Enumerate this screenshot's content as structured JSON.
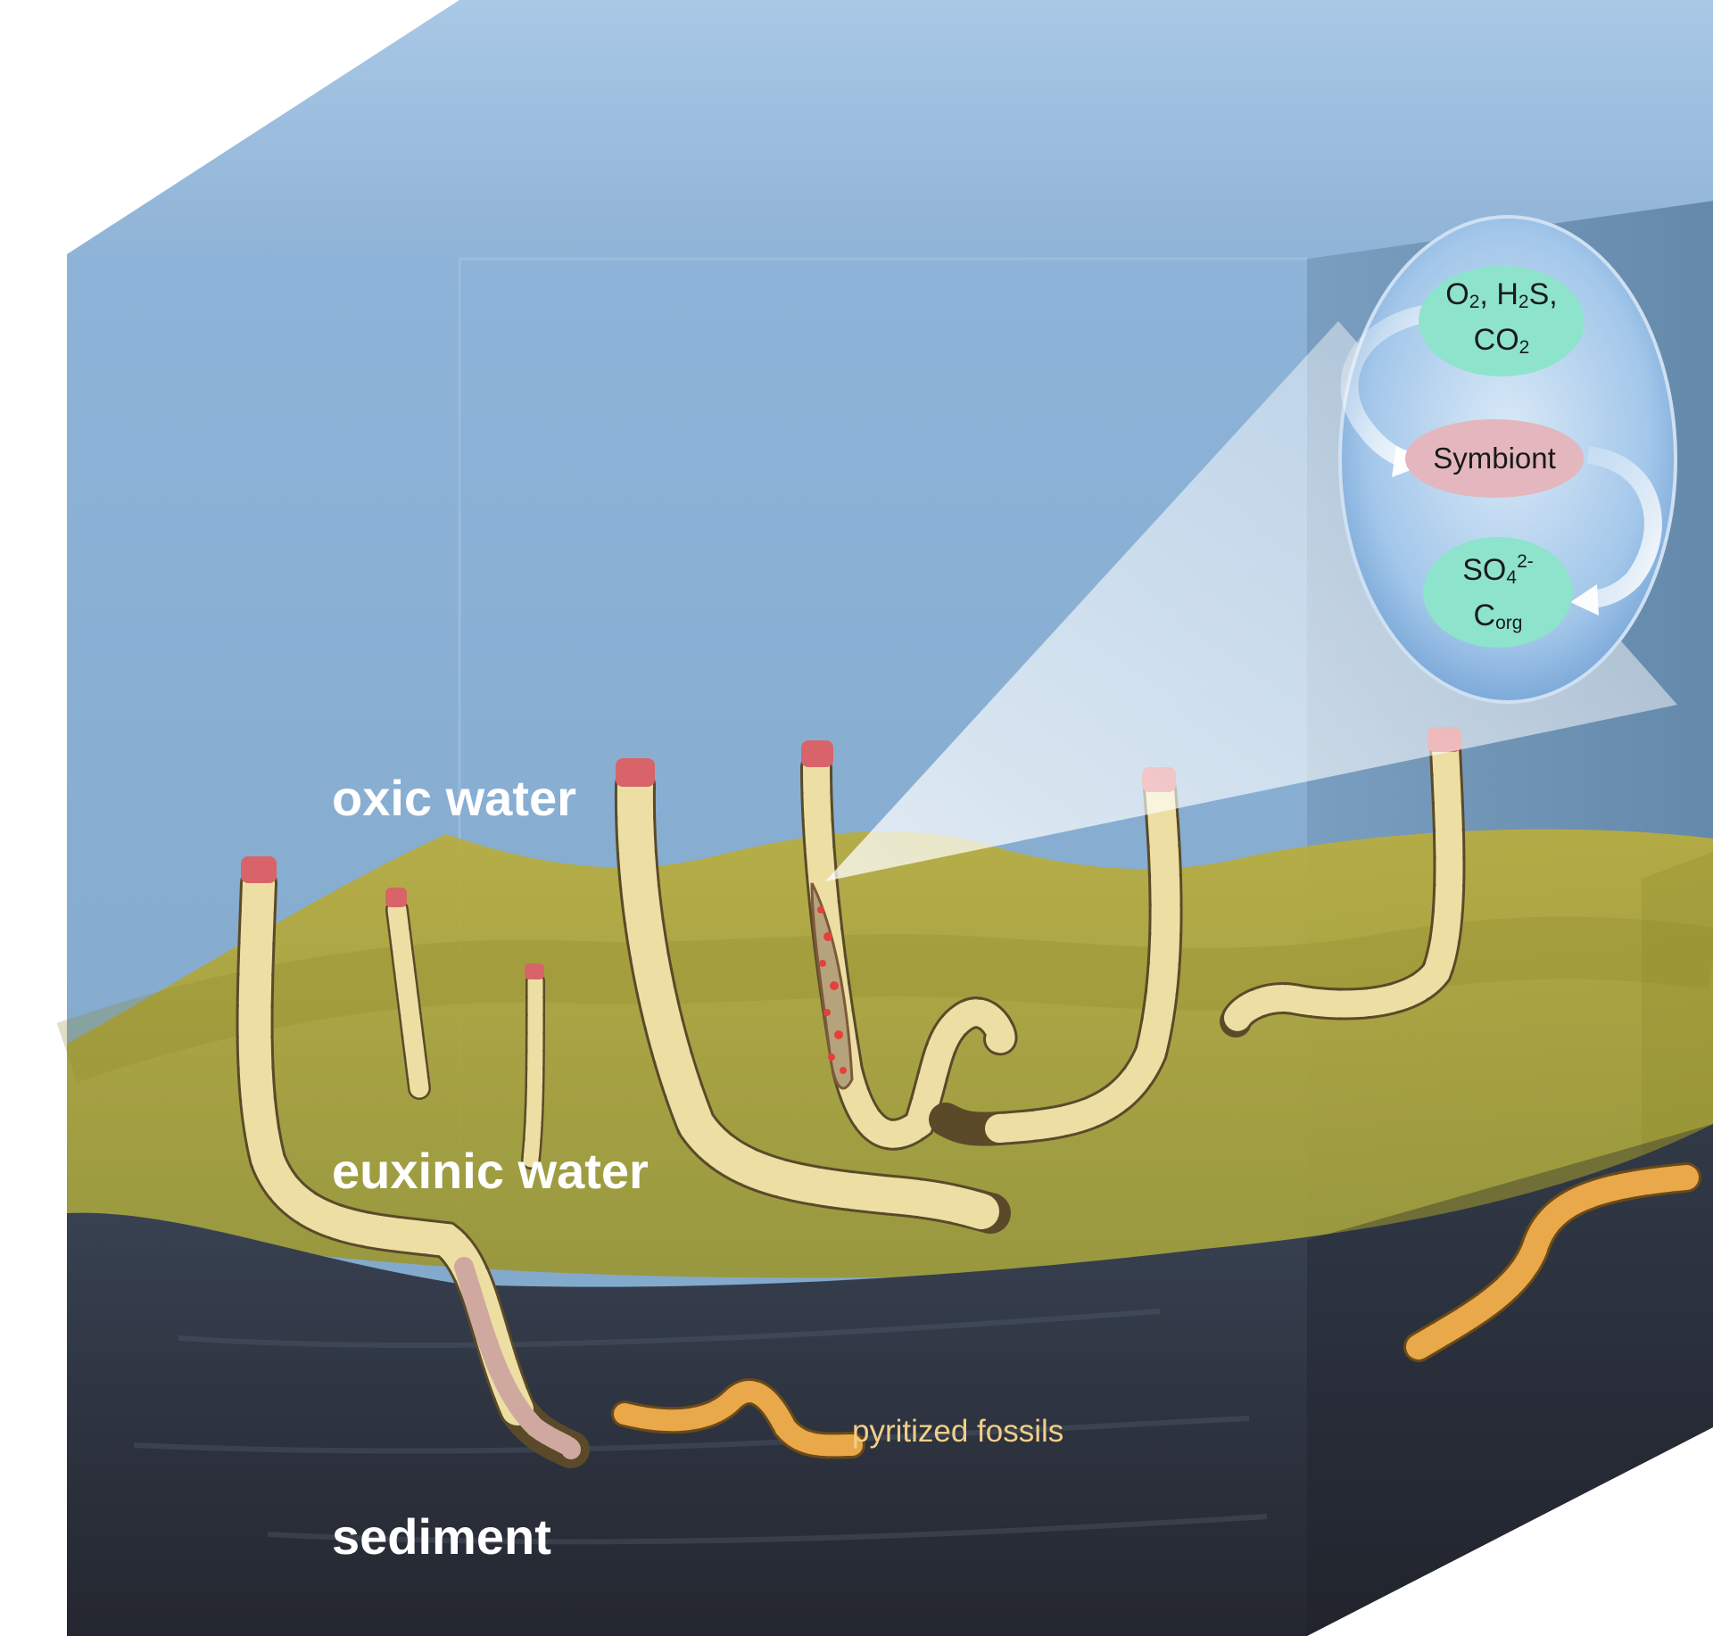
{
  "zones": {
    "oxic": "oxic water",
    "euxinic": "euxinic water",
    "sediment": "sediment"
  },
  "callout": "pyritized fossils",
  "cycle": {
    "inputs": {
      "o2": "O",
      "o2_sub": "2",
      "sep1": ", ",
      "h2s_h": "H",
      "h2s_sub": "2",
      "h2s_s": "S,",
      "co2": "CO",
      "co2_sub": "2"
    },
    "symbiont": "Symbiont",
    "outputs": {
      "so4": "SO",
      "so4_sub": "4",
      "so4_sup": "2-",
      "c": "C",
      "c_sub": "org"
    }
  },
  "colors": {
    "oxic_water": "#8eb2d3",
    "euxinic_water": "#a9a535",
    "sediment": "#2d3240",
    "node_green": "#8ee3cc",
    "node_pink": "#e3b7bd",
    "tube": "#ecdfa6",
    "plume": "#d8646a"
  }
}
